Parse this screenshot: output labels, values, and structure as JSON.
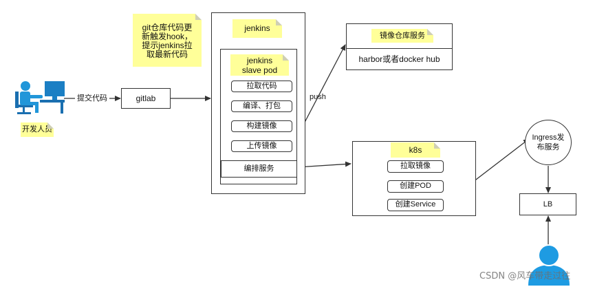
{
  "developer": {
    "label": "开发人员"
  },
  "edges": {
    "commit_label": "提交代码",
    "push_label": "push"
  },
  "gitlab": {
    "label": "gitlab"
  },
  "hook_note": {
    "lines": [
      "git仓库代码更",
      "新触发hook，",
      "提示jenkins拉",
      "取最新代码"
    ]
  },
  "jenkins": {
    "title": "jenkins",
    "slave_pod": {
      "lines": [
        "jenkins",
        "slave pod"
      ]
    },
    "steps": [
      "拉取代码",
      "编译、打包",
      "构建镜像",
      "上传镜像"
    ],
    "orchestrate": "编排服务"
  },
  "registry": {
    "title": "镜像仓库服务",
    "label": "harbor或者docker hub"
  },
  "k8s": {
    "title": "k8s",
    "steps": [
      "拉取镜像",
      "创建POD",
      "创建Service"
    ]
  },
  "ingress": {
    "lines": [
      "Ingress发",
      "布服务"
    ]
  },
  "lb": {
    "label": "LB"
  },
  "watermark": "CSDN @风车带走过往",
  "icons": {
    "developer": "developer-at-desk-icon",
    "user": "user-icon"
  },
  "colors": {
    "note": "#ffff99",
    "icon": "#2196d9",
    "line": "#333333"
  }
}
